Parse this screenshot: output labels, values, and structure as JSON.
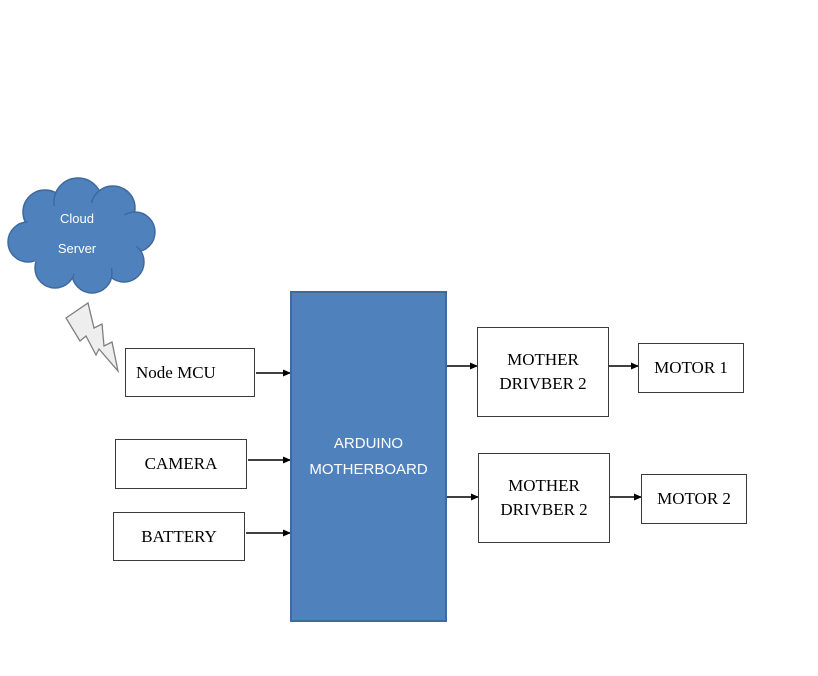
{
  "colors": {
    "accent": "#4f81bd",
    "accent_border": "#3e6a9f",
    "box_border": "#3a3a3a",
    "arrow": "#000000",
    "lightning_fill": "#eeeeee",
    "lightning_stroke": "#7f7f7f"
  },
  "cloud": {
    "line1": "Cloud",
    "line2": "Server"
  },
  "lightning_icon": "lightning-bolt",
  "inputs": {
    "node_mcu": "Node MCU",
    "camera": "CAMERA",
    "battery": "BATTERY"
  },
  "main": {
    "line1": "ARDUINO",
    "line2": "MOTHERBOARD"
  },
  "drivers": [
    {
      "line1": "MOTHER",
      "line2": "DRIVBER 2"
    },
    {
      "line1": "MOTHER",
      "line2": "DRIVBER 2"
    }
  ],
  "motors": [
    "MOTOR 1",
    "MOTOR 2"
  ]
}
